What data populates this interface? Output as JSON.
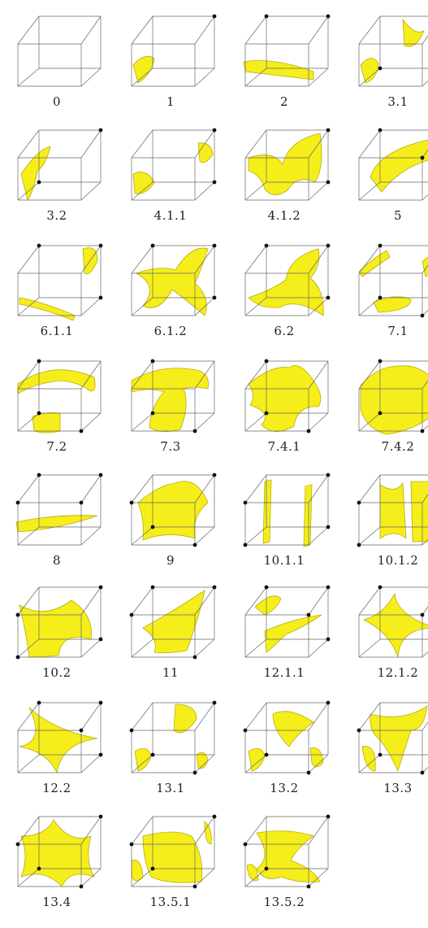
{
  "colors": {
    "surface": "#f5ee1a",
    "surface_shadow": "#b9ad10",
    "edge": "#666666",
    "vertex": "#111111"
  },
  "cases": [
    {
      "label": "0",
      "vertices": []
    },
    {
      "label": "1",
      "vertices": [
        6
      ]
    },
    {
      "label": "2",
      "vertices": [
        6,
        7
      ]
    },
    {
      "label": "3.1",
      "vertices": [
        6,
        3
      ]
    },
    {
      "label": "3.2",
      "vertices": [
        6,
        3
      ]
    },
    {
      "label": "4.1.1",
      "vertices": [
        6,
        2
      ]
    },
    {
      "label": "4.1.2",
      "vertices": [
        6,
        2
      ]
    },
    {
      "label": "5",
      "vertices": [
        6,
        7,
        5
      ]
    },
    {
      "label": "6.1.1",
      "vertices": [
        6,
        7,
        2
      ]
    },
    {
      "label": "6.1.2",
      "vertices": [
        6,
        7,
        2
      ]
    },
    {
      "label": "6.2",
      "vertices": [
        6,
        7,
        2
      ]
    },
    {
      "label": "7.1",
      "vertices": [
        7,
        3,
        1
      ]
    },
    {
      "label": "7.2",
      "vertices": [
        7,
        3,
        1
      ]
    },
    {
      "label": "7.3",
      "vertices": [
        7,
        3,
        1
      ]
    },
    {
      "label": "7.4.1",
      "vertices": [
        7,
        3,
        1
      ]
    },
    {
      "label": "7.4.2",
      "vertices": [
        7,
        3,
        1
      ]
    },
    {
      "label": "8",
      "vertices": [
        6,
        7,
        4,
        5
      ]
    },
    {
      "label": "9",
      "vertices": [
        6,
        3,
        1,
        4
      ]
    },
    {
      "label": "10.1.1",
      "vertices": [
        6,
        2,
        4,
        0
      ]
    },
    {
      "label": "10.1.2",
      "vertices": [
        6,
        2,
        4,
        0
      ]
    },
    {
      "label": "10.2",
      "vertices": [
        6,
        2,
        4,
        0
      ]
    },
    {
      "label": "11",
      "vertices": [
        6,
        7,
        1,
        4
      ]
    },
    {
      "label": "12.1.1",
      "vertices": [
        6,
        7,
        2,
        5
      ]
    },
    {
      "label": "12.1.2",
      "vertices": [
        6,
        7,
        2,
        5
      ]
    },
    {
      "label": "12.2",
      "vertices": [
        6,
        7,
        2,
        5
      ]
    },
    {
      "label": "13.1",
      "vertices": [
        6,
        3,
        1,
        4
      ]
    },
    {
      "label": "13.2",
      "vertices": [
        6,
        3,
        1,
        4
      ]
    },
    {
      "label": "13.3",
      "vertices": [
        6,
        3,
        1,
        4
      ]
    },
    {
      "label": "13.4",
      "vertices": [
        6,
        3,
        1,
        4
      ]
    },
    {
      "label": "13.5.1",
      "vertices": [
        6,
        3,
        1,
        4
      ]
    },
    {
      "label": "13.5.2",
      "vertices": [
        6,
        3,
        1,
        4
      ]
    }
  ]
}
